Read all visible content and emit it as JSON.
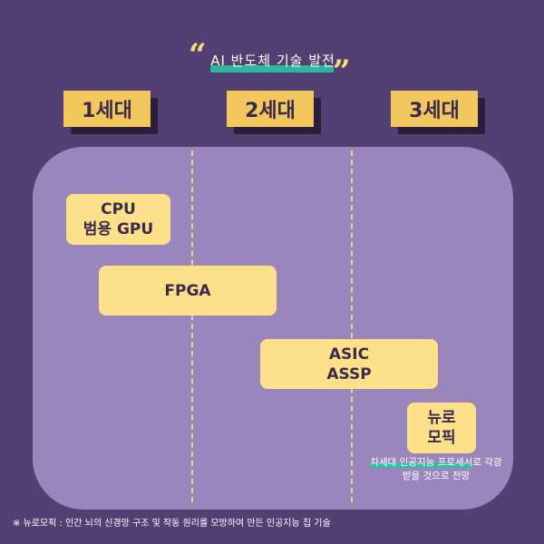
{
  "title": {
    "open_quote": "“",
    "text": "AI 반도체 기술 발전",
    "close_quote": "”"
  },
  "generations": [
    "1세대",
    "2세대",
    "3세대"
  ],
  "cards": {
    "cpu_line1": "CPU",
    "cpu_line2": "범용 GPU",
    "fpga": "FPGA",
    "asic_line1": "ASIC",
    "asic_line2": "ASSP",
    "neuro_line1": "뉴로",
    "neuro_line2": "모픽"
  },
  "neuro_note": {
    "highlight": "차세대 인공지능 프로세서",
    "line1_rest": "로 각광",
    "line2": "받을 것으로 전망"
  },
  "footnote": "※ 뉴로모픽 : 인간 뇌의 신경망 구조 및 작동 원리를 모방하여 만든 인공지능 칩 기술",
  "colors": {
    "background": "#543f73",
    "panel": "#9a86bd",
    "card": "#fde08a",
    "tag": "#f2c85e",
    "accent_teal": "#2cc3a4"
  }
}
